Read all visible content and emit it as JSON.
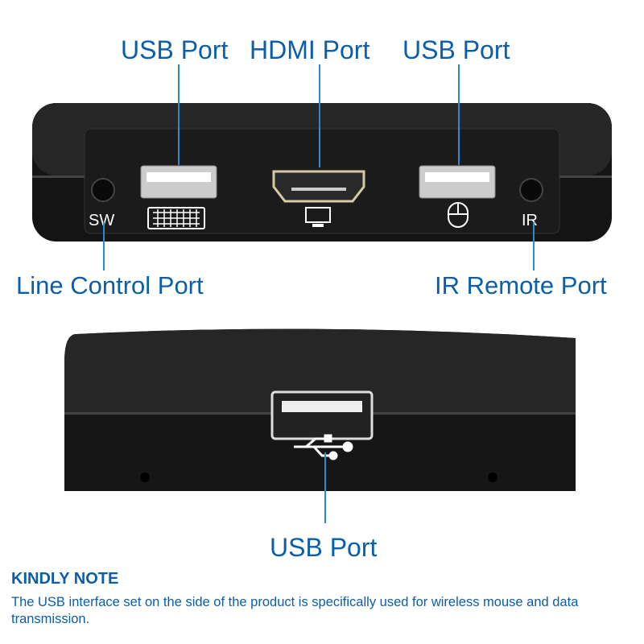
{
  "labels": {
    "usb_port_left": "USB Port",
    "hdmi_port": "HDMI Port",
    "usb_port_right": "USB Port",
    "line_control_port": "Line Control Port",
    "ir_remote_port": "IR Remote Port",
    "usb_port_side": "USB Port"
  },
  "device_markings": {
    "sw": "SW",
    "ir": "IR"
  },
  "icons": [
    "keyboard-icon",
    "monitor-icon",
    "mouse-icon",
    "usb-symbol-icon"
  ],
  "note": {
    "title": "KINDLY NOTE",
    "text": "The USB interface set on the side of the product is specifically used for wireless mouse and data transmission."
  },
  "colors": {
    "label": "#0b5ea8",
    "leader": "#2a8ad4",
    "device": "#1a1a1a"
  }
}
